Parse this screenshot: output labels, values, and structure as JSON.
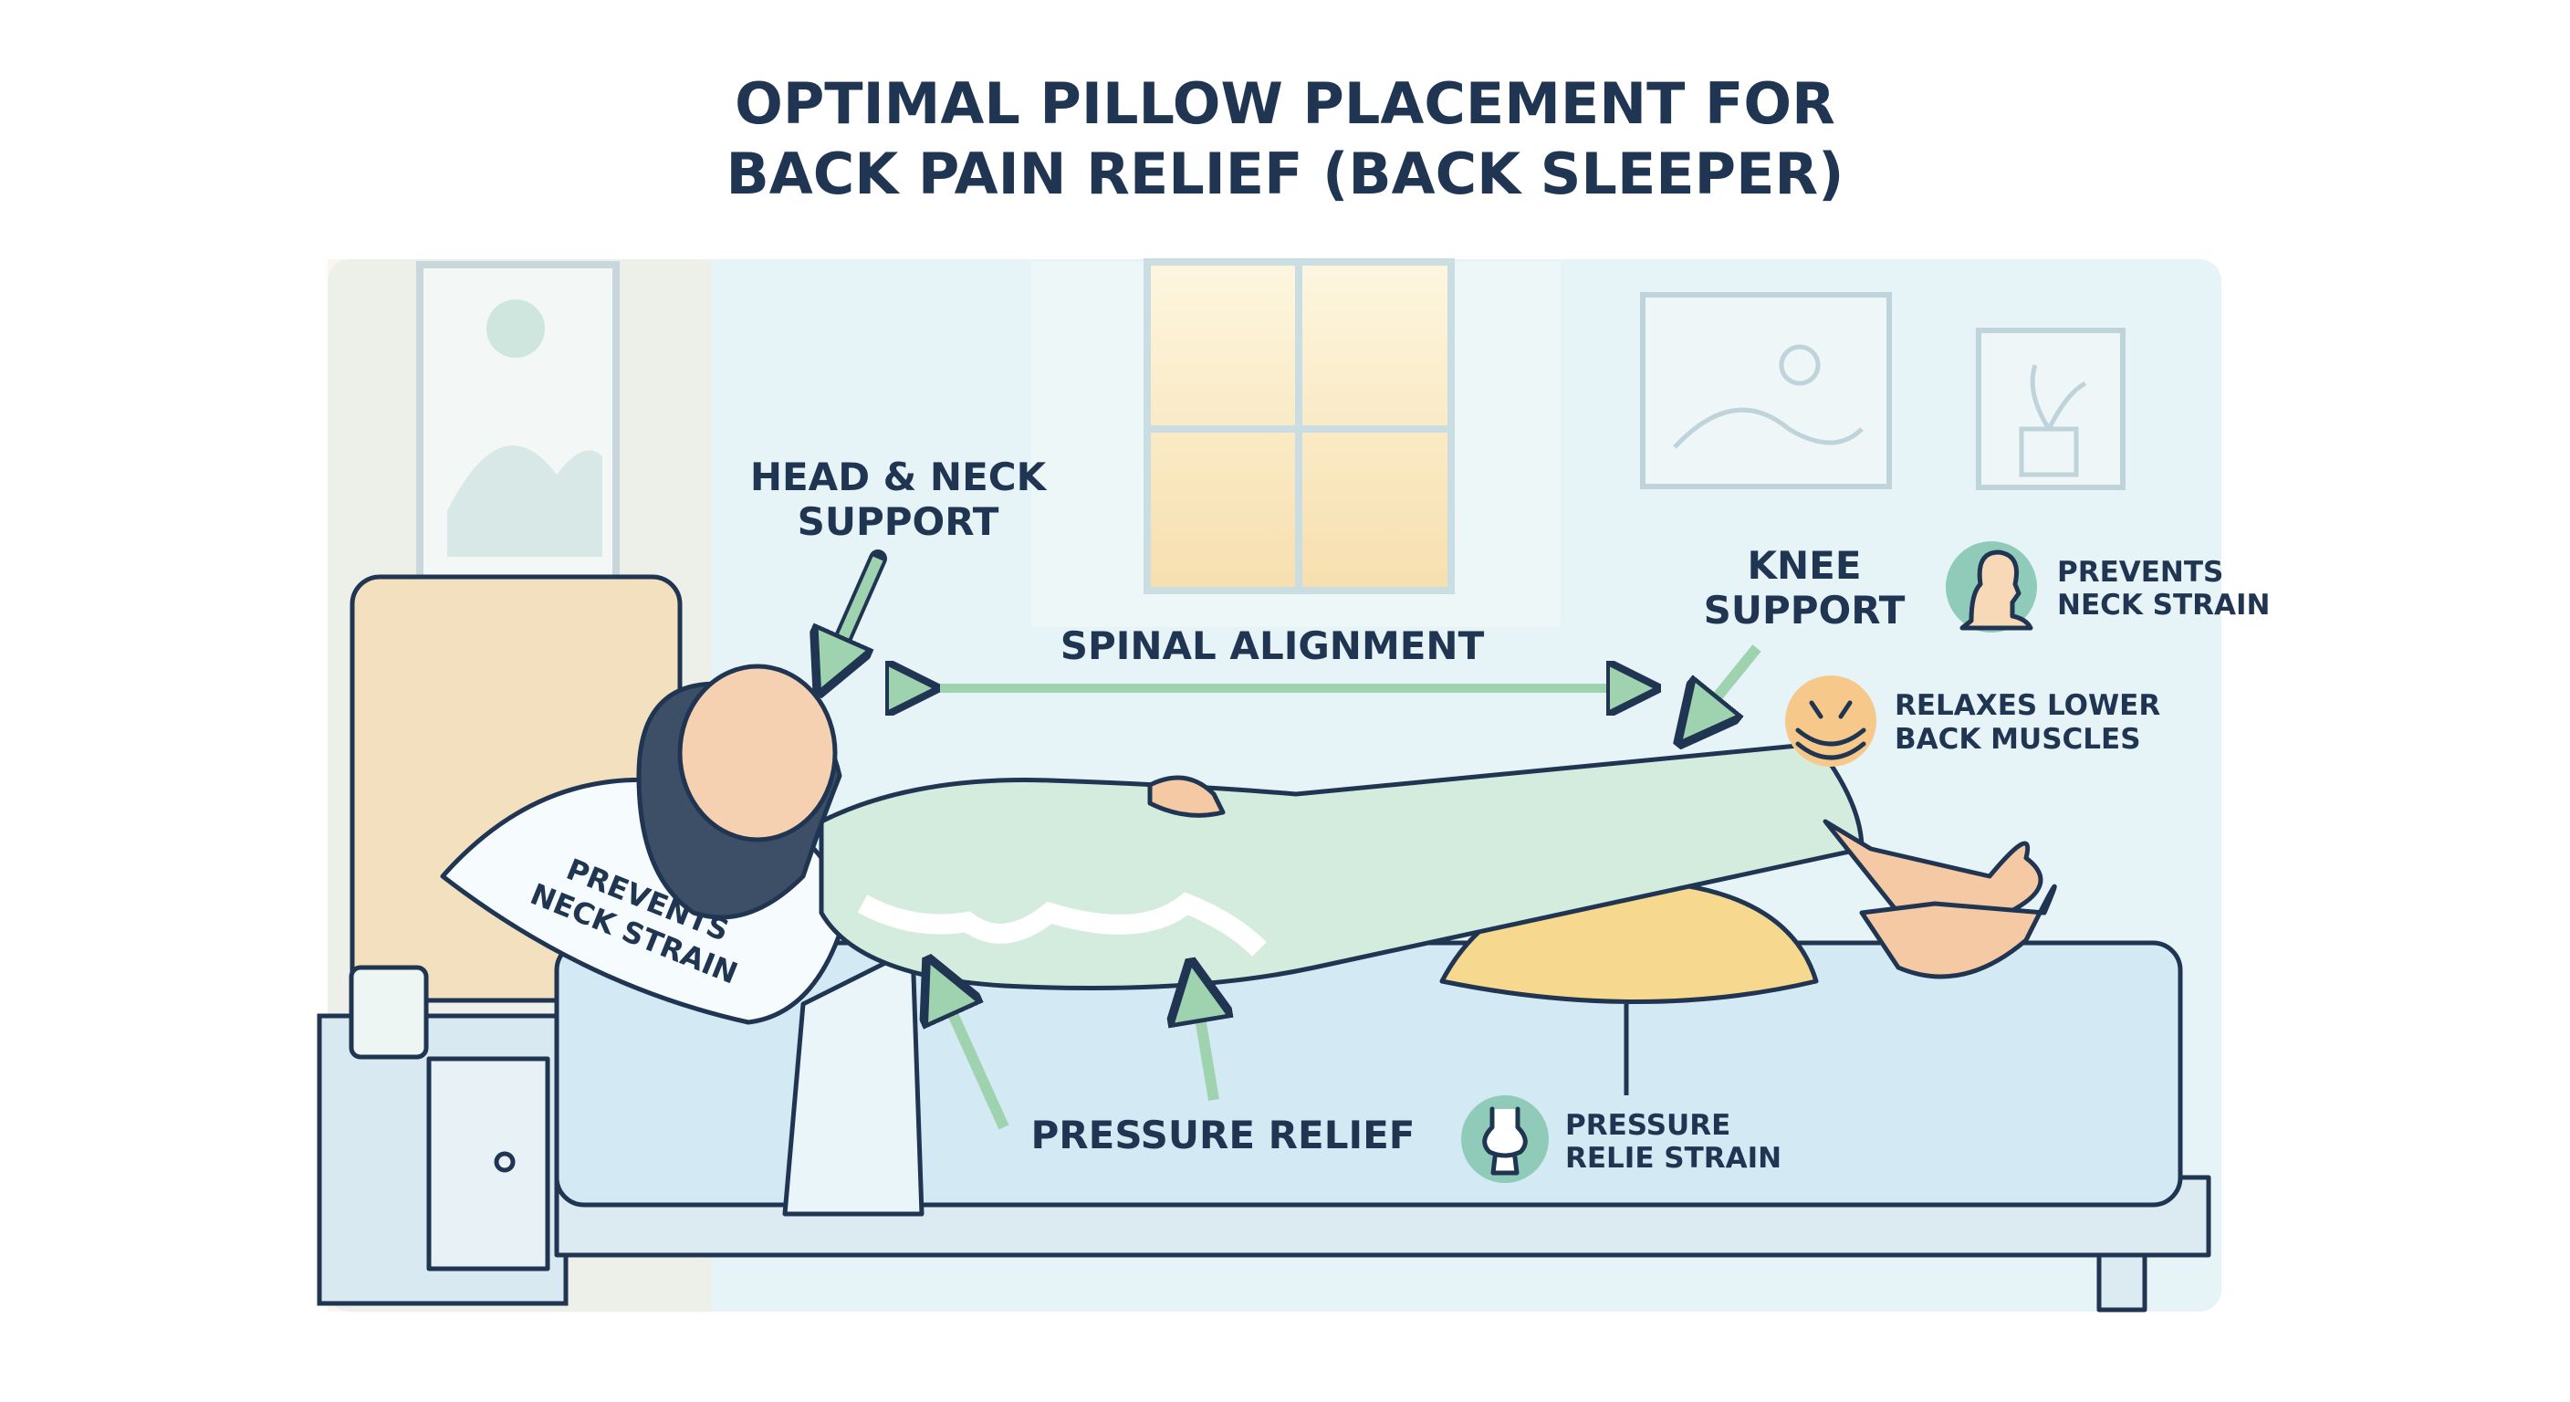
{
  "title": {
    "line1": "OPTIMAL PILLOW PLACEMENT FOR",
    "line2": "BACK PAIN RELIEF (BACK SLEEPER)"
  },
  "labels": {
    "head_neck": {
      "line1": "HEAD & NECK",
      "line2": "SUPPORT"
    },
    "spinal_alignment": "SPINAL ALIGNMENT",
    "knee_support": {
      "line1": "KNEE",
      "line2": "SUPPORT"
    },
    "pressure_relief": "PRESSURE RELIEF",
    "pillow_text": {
      "line1": "PREVENTS",
      "line2": "NECK STRAIN"
    }
  },
  "benefits": [
    {
      "icon": "neck-icon",
      "line1": "PREVENTS",
      "line2": "NECK STRAIN",
      "color": "#8fcbb8"
    },
    {
      "icon": "back-muscles-icon",
      "line1": "RELAXES LOWER",
      "line2": "BACK MUSCLES",
      "color": "#f6c98a"
    },
    {
      "icon": "knee-joint-icon",
      "line1": "PRESSURE",
      "line2": "RELIE STRAIN",
      "color": "#8fcbb8"
    }
  ],
  "colors": {
    "ink": "#1f3552",
    "arrow": "#9fd3b0",
    "room": "#e6f3f7",
    "mattress": "#d3e9f3",
    "pillow_knee": "#f6d98e"
  }
}
